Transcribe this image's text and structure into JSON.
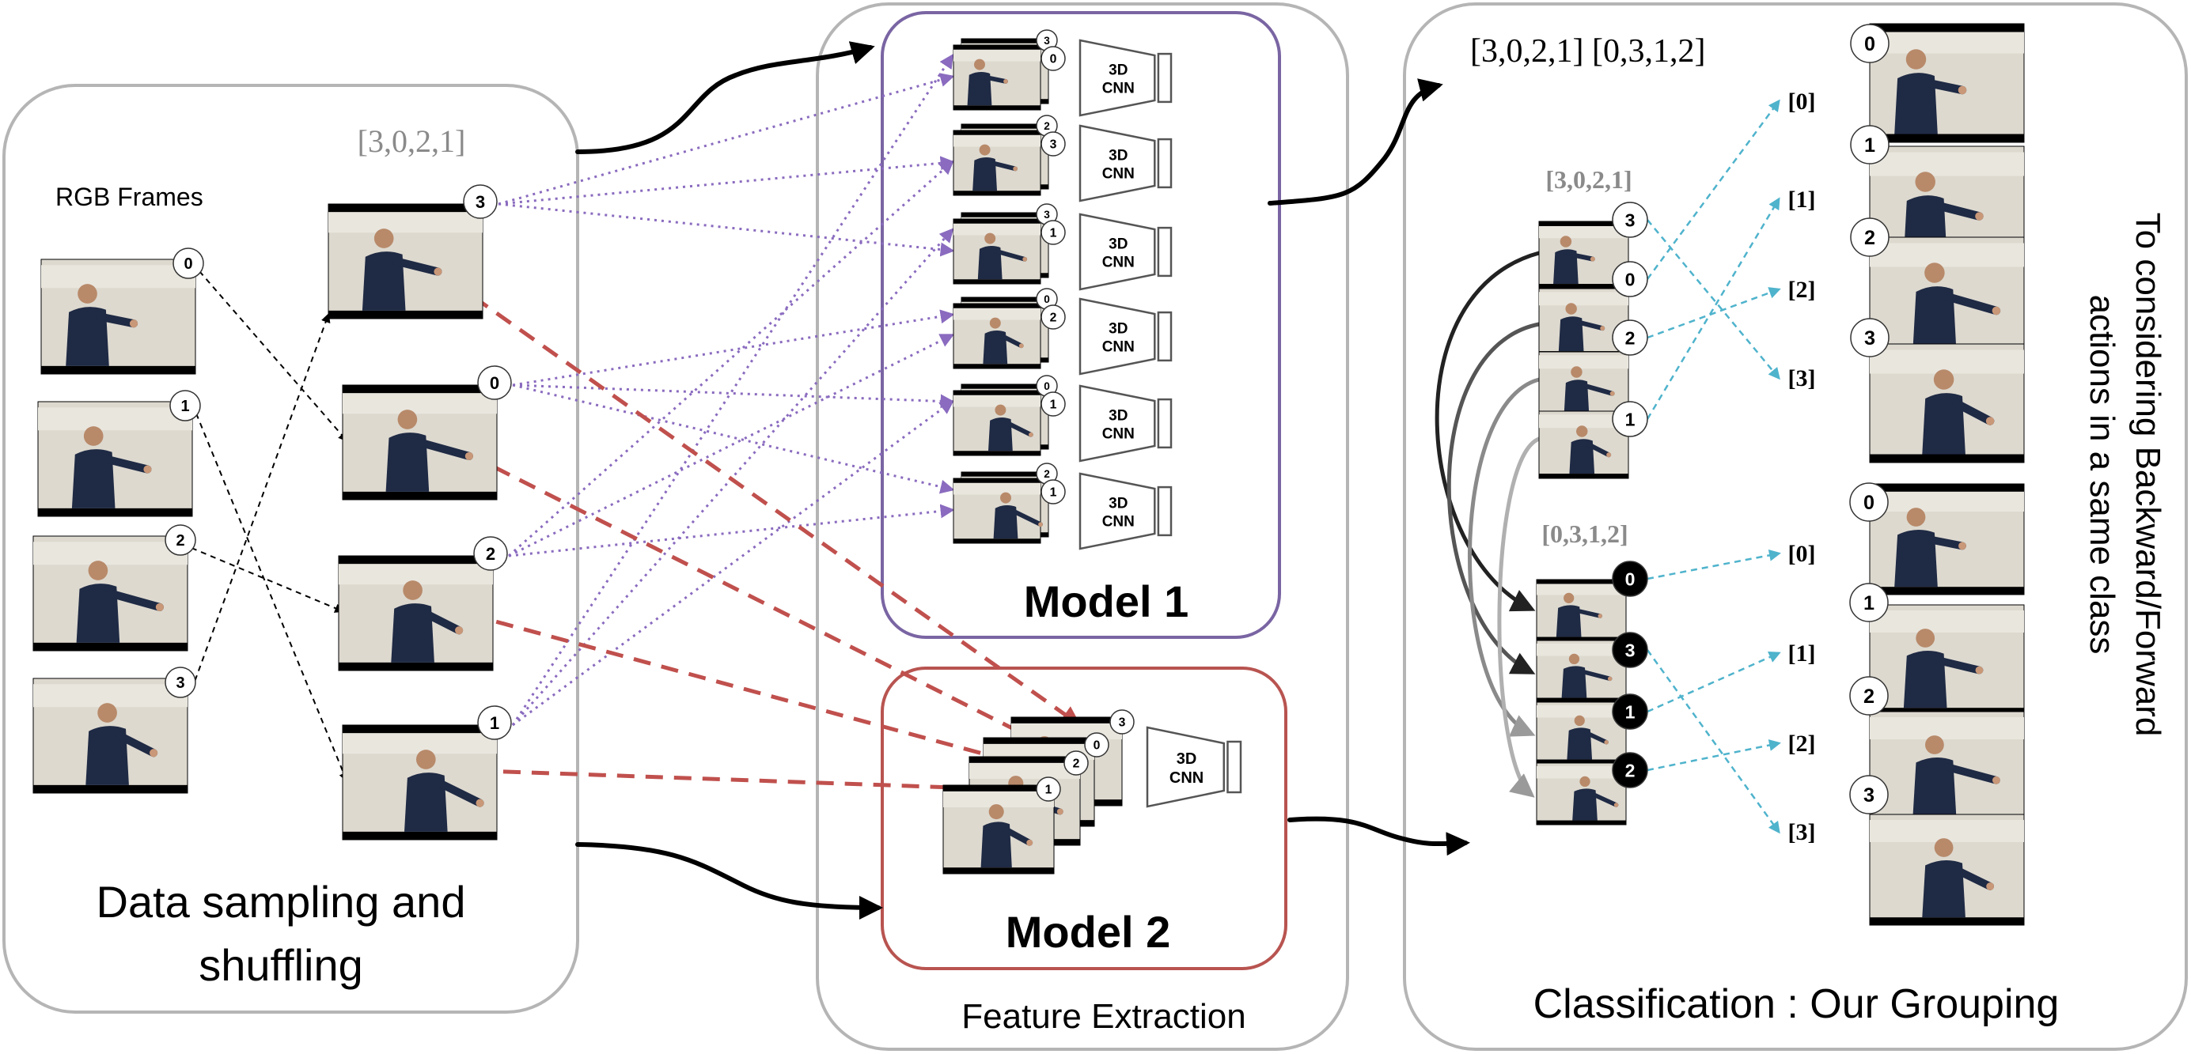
{
  "panels": {
    "sampling": {
      "title_line1": "Data  sampling and",
      "title_line2": "shuffling",
      "rgb_label": "RGB Frames",
      "order_label": "[3,0,2,1]",
      "rgb_frame_ids": [
        "0",
        "1",
        "2",
        "3"
      ],
      "shuffled_ids": [
        "3",
        "0",
        "2",
        "1"
      ]
    },
    "features": {
      "title": "Feature Extraction",
      "model1_label": "Model 1",
      "model2_label": "Model 2",
      "cnn_line1": "3D",
      "cnn_line2": "CNN",
      "pairs": [
        [
          "3",
          "0"
        ],
        [
          "2",
          "3"
        ],
        [
          "3",
          "1"
        ],
        [
          "0",
          "2"
        ],
        [
          "0",
          "1"
        ],
        [
          "2",
          "1"
        ]
      ],
      "model2_stack": [
        "3",
        "0",
        "2",
        "1"
      ]
    },
    "classification": {
      "title": "Classification :  Our Grouping",
      "orders_header": "[3,0,2,1] [0,3,1,2]",
      "group1_label": "[3,0,2,1]",
      "group2_label": "[0,3,1,2]",
      "group1_ids": [
        "3",
        "0",
        "2",
        "1"
      ],
      "group2_ids": [
        "0",
        "3",
        "1",
        "2"
      ],
      "class_labels": [
        "[0]",
        "[1]",
        "[2]",
        "[3]"
      ],
      "ordered_ids": [
        "0",
        "1",
        "2",
        "3"
      ],
      "side_note_line1": "To considering Backward/Forward",
      "side_note_line2": "actions in a same class"
    }
  },
  "colors": {
    "panel_border": "#b5b5b5",
    "model1_border": "#7a65a3",
    "model2_border": "#b85450",
    "purple_arrow": "#8a6bbf",
    "red_arrow": "#c0504d",
    "cyan_arrow": "#4fb3cc",
    "frame_wall": "#ddd9cf",
    "shirt": "#1f2a44"
  }
}
